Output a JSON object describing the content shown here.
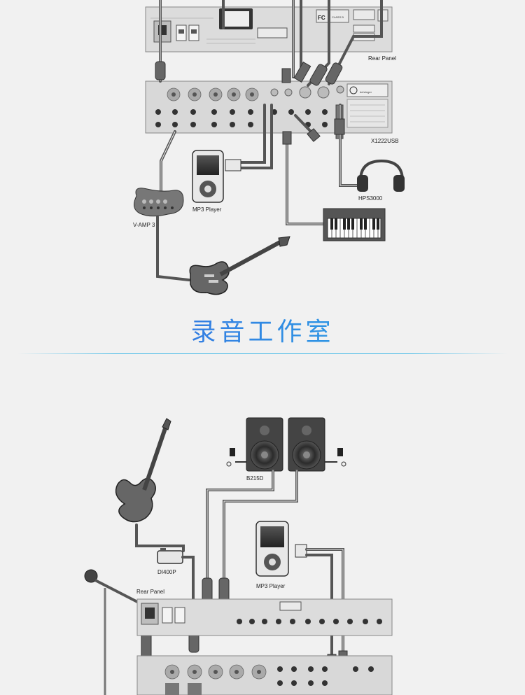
{
  "top_diagram": {
    "rear_panel_label": "Rear Panel",
    "mixer_model": "X1222USB",
    "headphones_label": "HPS3000",
    "mp3_label": "MP3 Player",
    "vamp_label": "V-AMP 3",
    "fc_mark": "FC",
    "class_b": "CLASS B",
    "brand": "behringer"
  },
  "section_title": "录音工作室",
  "bottom_diagram": {
    "speakers_label": "B215D",
    "mp3_label": "MP3 Player",
    "di_label": "DI400P",
    "rear_panel_label": "Rear Panel"
  },
  "colors": {
    "title_gradient_start": "#3a5fe0",
    "title_gradient_end": "#28b4e6",
    "panel": "#dcdcdc",
    "cable": "#555555",
    "device_dark": "#3a3a3a"
  }
}
